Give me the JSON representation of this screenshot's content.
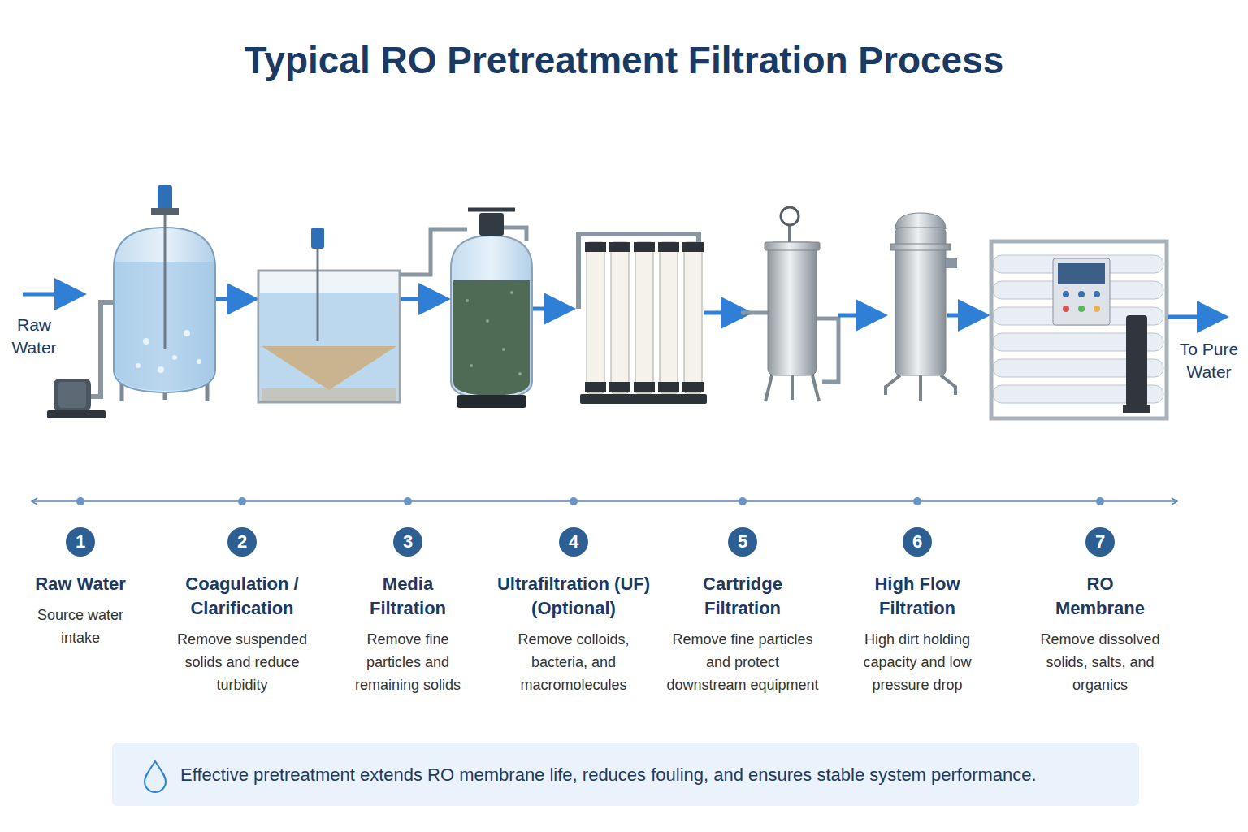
{
  "diagram": {
    "title": "Typical RO Pretreatment Filtration Process",
    "caption": "Effective pretreatment extends RO membrane life, reduces fouling, and ensures stable system performance.",
    "nodes": [
      {
        "text": [
          "1",
          "Raw Water",
          "Source water intake"
        ]
      },
      {
        "text": [
          "2",
          "Coagulation / Clarification",
          "Remove suspended solids and reduce turbidity"
        ]
      },
      {
        "text": [
          "3",
          "Media Filtration",
          "Remove fine particles and remaining solids"
        ]
      },
      {
        "text": [
          "4",
          "Ultrafiltration (UF) (Optional)",
          "Remove colloids, bacteria, and macromolecules"
        ]
      },
      {
        "text": [
          "5",
          "Cartridge Filtration",
          "Remove fine particles and protect downstream equipment"
        ]
      },
      {
        "text": [
          "6",
          "High Flow Filtration",
          "High dirt holding capacity and low pressure drop"
        ]
      },
      {
        "text": [
          "7",
          "RO Membrane",
          "Remove dissolved solids, salts, and organics"
        ]
      }
    ],
    "labels": [
      "Raw Water",
      "To Pure Water"
    ]
  }
}
